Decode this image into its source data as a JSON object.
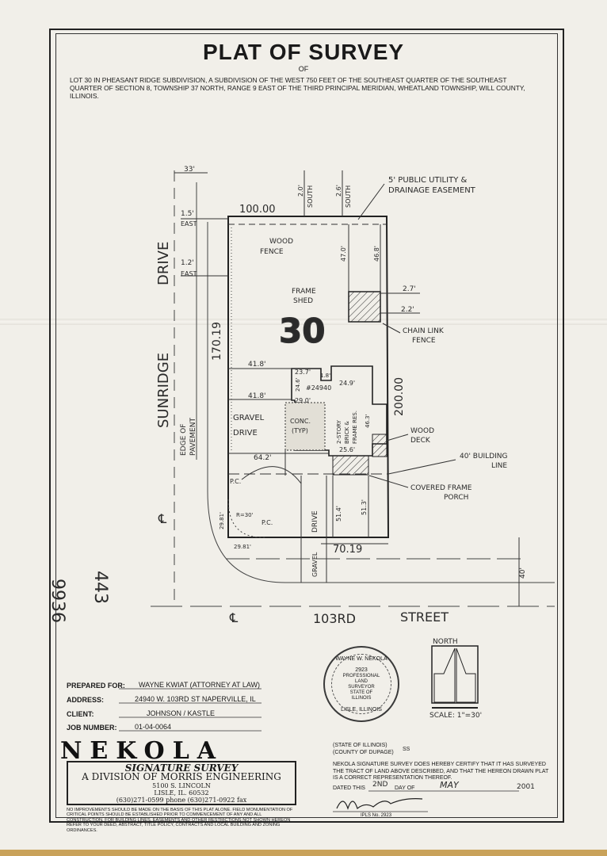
{
  "document": {
    "title": "PLAT OF SURVEY",
    "title_sub": "OF",
    "legal_description": "LOT 30 IN PHEASANT RIDGE SUBDIVISION, A SUBDIVISION OF THE WEST 750 FEET OF THE SOUTHEAST QUARTER OF THE SOUTHEAST QUARTER OF SECTION 8, TOWNSHIP 37 NORTH, RANGE 9 EAST OF THE THIRD PRINCIPAL MERIDIAN, WHEATLAND TOWNSHIP, WILL COUNTY, ILLINOIS."
  },
  "plat": {
    "lot_number": "30",
    "street_left": "SUNRIDGE",
    "street_left_2": "DRIVE",
    "street_bottom": "103RD",
    "street_bottom_2": "STREET",
    "centerline": "℄",
    "dims": {
      "row_33": "33'",
      "top": "100.00",
      "left": "170.19",
      "right": "200.00",
      "bottom": "70.19",
      "offset_15": "1.5'",
      "east_1": "EAST",
      "offset_12": "1.2'",
      "east_2": "EAST",
      "south_20": "2.0'",
      "south_1": "SOUTH",
      "south_26": "2.6'",
      "south_2": "SOUTH",
      "d470": "47.0'",
      "d468": "46.8'",
      "d27": "2.7'",
      "d22": "2.2'",
      "d418a": "41.8'",
      "d418b": "41.8'",
      "d237": "23.7'",
      "d18": "1.8'",
      "d246": "24.6'",
      "d249": "24.9'",
      "d290": "29.0'",
      "d256": "25.6'",
      "d642": "64.2'",
      "d514": "51.4'",
      "d513": "51.3'",
      "d2981": "29.81'",
      "d2981b": "29.81'",
      "r30": "R=30'",
      "d40": "40'",
      "d463": "46.3'",
      "house_num": "#24940"
    },
    "labels": {
      "easement_1": "5' PUBLIC UTILITY &",
      "easement_2": "DRAINAGE EASEMENT",
      "wood_fence_1": "WOOD",
      "wood_fence_2": "FENCE",
      "frame_shed_1": "FRAME",
      "frame_shed_2": "SHED",
      "chain_1": "CHAIN LINK",
      "chain_2": "FENCE",
      "gravel_drive_1": "GRAVEL",
      "gravel_drive_2": "DRIVE",
      "edge_1": "EDGE OF",
      "edge_2": "PAVEMENT",
      "conc": "CONC.",
      "typ": "(TYP)",
      "house_1": "2-STORY",
      "house_2": "BRICK &",
      "house_3": "FRAME RES.",
      "wood_deck_1": "WOOD",
      "wood_deck_2": "DECK",
      "building_line_1": "40' BUILDING",
      "building_line_2": "LINE",
      "porch_1": "COVERED FRAME",
      "porch_2": "PORCH",
      "pc1": "P.C.",
      "pc2": "P.C.",
      "drive_v": "DRIVE",
      "gravel_v": "GRAVEL",
      "hand_1": "443",
      "hand_2": "9936",
      "north": "NORTH",
      "scale": "SCALE: 1\"=30'"
    }
  },
  "info": {
    "prepared_for_label": "PREPARED FOR:",
    "prepared_for": "WAYNE KWIAT (ATTORNEY AT LAW)",
    "address_label": "ADDRESS:",
    "address": "24940 W. 103RD ST NAPERVILLE, IL",
    "client_label": "CLIENT:",
    "client": "JOHNSON / KASTLE",
    "job_label": "JOB NUMBER:",
    "job": "01-04-0064"
  },
  "company": {
    "logo": "NEKOLA",
    "subtitle": "SIGNATURE SURVEY",
    "division": "A DIVISION OF MORRIS ENGINEERING",
    "street": "5100 S. LINCOLN",
    "city": "LISLE, IL. 60532",
    "phone": "(630)271-0599 phone (630)271-0922 fax",
    "note": "NO IMPROVEMENTS SHOULD BE MADE ON THE BASIS OF THIS PLAT ALONE. FIELD MONUMENTATION OF CRITICAL POINTS SHOULD BE ESTABLISHED PRIOR TO COMMENCEMENT OF ANY AND ALL CONSTRUCTION. FOR BUILDING LINES, EASEMENTS AND OTHER RESTRICTIONS NOT SHOWN HEREON REFER TO YOUR DEED, ABSTRACT, TITLE POLICY, CONTRACTS AND LOCAL BUILDING AND ZONING ORDINANCES."
  },
  "seal": {
    "top": "WAYNE W. NEKOLA",
    "num": "2923",
    "l1": "PROFESSIONAL",
    "l2": "LAND",
    "l3": "SURVEYOR",
    "l4": "STATE OF",
    "l5": "ILLINOIS",
    "bottom": "LISLE, ILLINOIS"
  },
  "certificate": {
    "state": "(STATE OF ILLINOIS)",
    "county": "(COUNTY OF DUPAGE)",
    "ss": "SS",
    "text": "NEKOLA SIGNATURE SURVEY DOES HEREBY CERTIFY THAT IT HAS SURVEYED THE TRACT OF LAND ABOVE DESCRIBED, AND THAT THE HEREON DRAWN PLAT IS A CORRECT REPRESENTATION THEREOF.",
    "dated": "DATED THIS",
    "day": "2ND",
    "day_of": "DAY OF",
    "month": "MAY",
    "year": "2001",
    "signature": "Wayne W. Nekola",
    "ipls": "IPLS No. 2923"
  }
}
